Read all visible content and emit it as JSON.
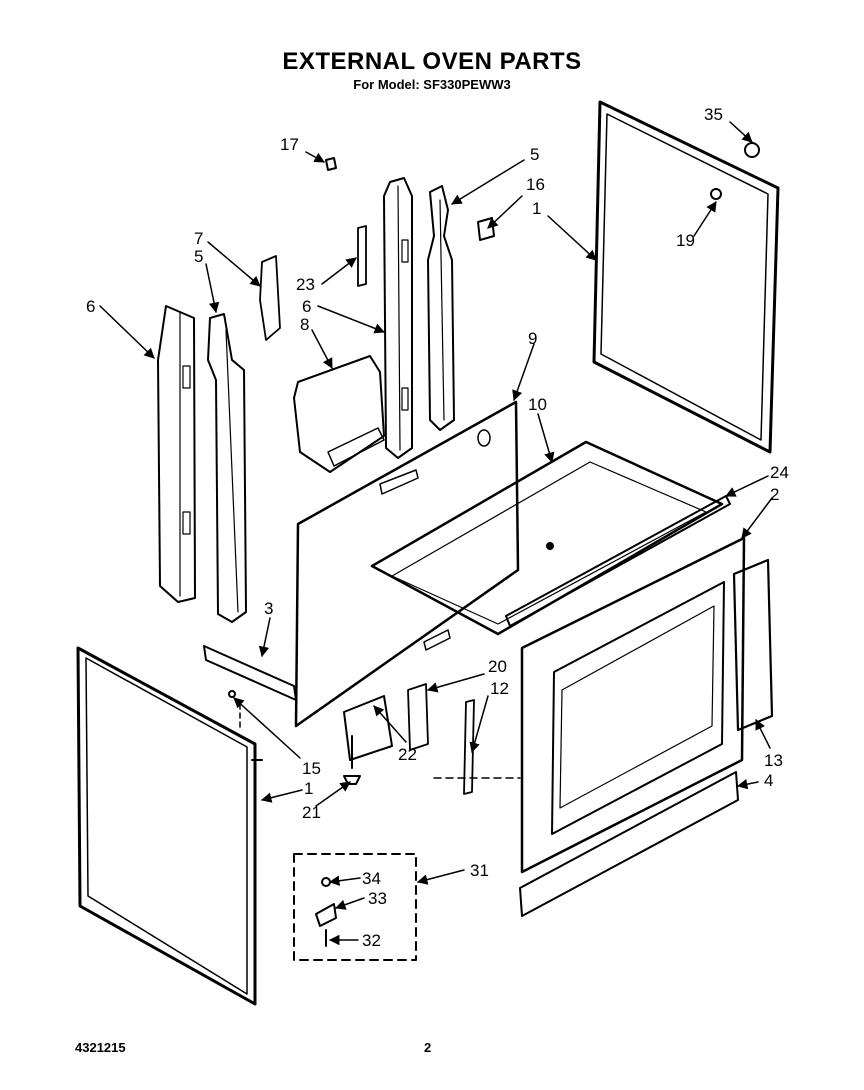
{
  "header": {
    "title": "EXTERNAL OVEN PARTS",
    "subtitle": "For Model: SF330PEWW3"
  },
  "footer": {
    "doc_number": "4321215",
    "page_number": "2"
  },
  "callouts": {
    "c35": "35",
    "c17": "17",
    "c5a": "5",
    "c16": "16",
    "c1a": "1",
    "c19": "19",
    "c7": "7",
    "c5b": "5",
    "c23": "23",
    "c6a": "6",
    "c6b": "6",
    "c8": "8",
    "c9": "9",
    "c10": "10",
    "c24": "24",
    "c2": "2",
    "c3": "3",
    "c20": "20",
    "c12": "12",
    "c22": "22",
    "c15": "15",
    "c1b": "1",
    "c21": "21",
    "c13": "13",
    "c4": "4",
    "c31": "31",
    "c34": "34",
    "c33": "33",
    "c32": "32"
  }
}
